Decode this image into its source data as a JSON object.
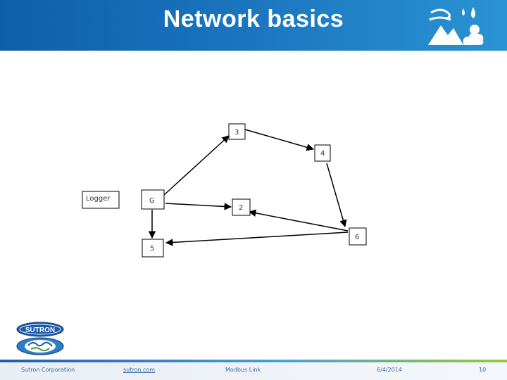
{
  "slide": {
    "title": "Network basics"
  },
  "diagram": {
    "nodes": [
      {
        "id": "logger",
        "label": "Logger"
      },
      {
        "id": "g",
        "label": "G"
      },
      {
        "id": "n3",
        "label": "3"
      },
      {
        "id": "n4",
        "label": "4"
      },
      {
        "id": "n2",
        "label": "2"
      },
      {
        "id": "n6",
        "label": "6"
      },
      {
        "id": "n5",
        "label": "5"
      }
    ],
    "edges": [
      {
        "from": "g",
        "to": "n3"
      },
      {
        "from": "n3",
        "to": "n4"
      },
      {
        "from": "n4",
        "to": "n6"
      },
      {
        "from": "g",
        "to": "n2"
      },
      {
        "from": "n6",
        "to": "n2"
      },
      {
        "from": "g",
        "to": "n5"
      }
    ]
  },
  "footer": {
    "company": "Sutron Corporation",
    "website": "sutron.com",
    "topic": "Modbus Link",
    "date": "6/4/2014",
    "page": "10"
  },
  "logo": {
    "text": "SUTRON"
  },
  "colors": {
    "header": "#1a73bd",
    "node_stroke": "#000000",
    "edge": "#000000",
    "footer_text": "#3a6aa0"
  },
  "icons": [
    "weather-icon",
    "sutron-logo-icon"
  ]
}
